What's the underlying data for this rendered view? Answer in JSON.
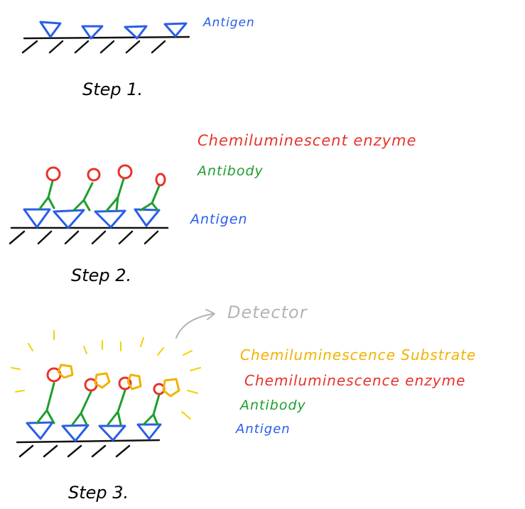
{
  "colors": {
    "antigen": "#2a5ee8",
    "antibody": "#1e9e2e",
    "enzyme": "#e8332a",
    "substrate": "#f2b200",
    "detector": "#b4b4b4",
    "ink": "#111111"
  },
  "step1": {
    "label": "Step 1.",
    "legend": {
      "antigen": "Antigen"
    }
  },
  "step2": {
    "label": "Step 2.",
    "legend": {
      "enzyme": "Chemiluminescent enzyme",
      "antibody": "Antibody",
      "antigen": "Antigen"
    }
  },
  "step3": {
    "label": "Step 3.",
    "detector": "Detector",
    "legend": {
      "substrate": "Chemiluminescence Substrate",
      "enzyme": "Chemiluminescence enzyme",
      "antibody": "Antibody",
      "antigen": "Antigen"
    }
  }
}
